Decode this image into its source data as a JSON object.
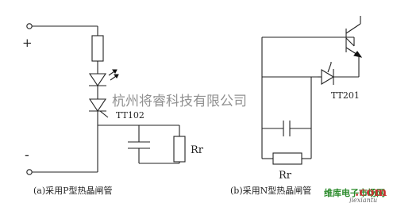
{
  "circuit_a": {
    "plus_sign": "+",
    "minus_sign": "-",
    "thyristor_label": "TT102",
    "resistor_label": "Rr",
    "caption": "(a)采用P型热晶闸管"
  },
  "circuit_b": {
    "thyristor_label": "TT201",
    "resistor_label": "Rr",
    "caption": "(b)采用N型热晶闸管"
  },
  "watermark": {
    "site_text": "杭州将睿科技有限公司",
    "logo_cn": "维库电子市场网",
    "logo_com": ".com",
    "logo_sub": "jiexiantu"
  }
}
